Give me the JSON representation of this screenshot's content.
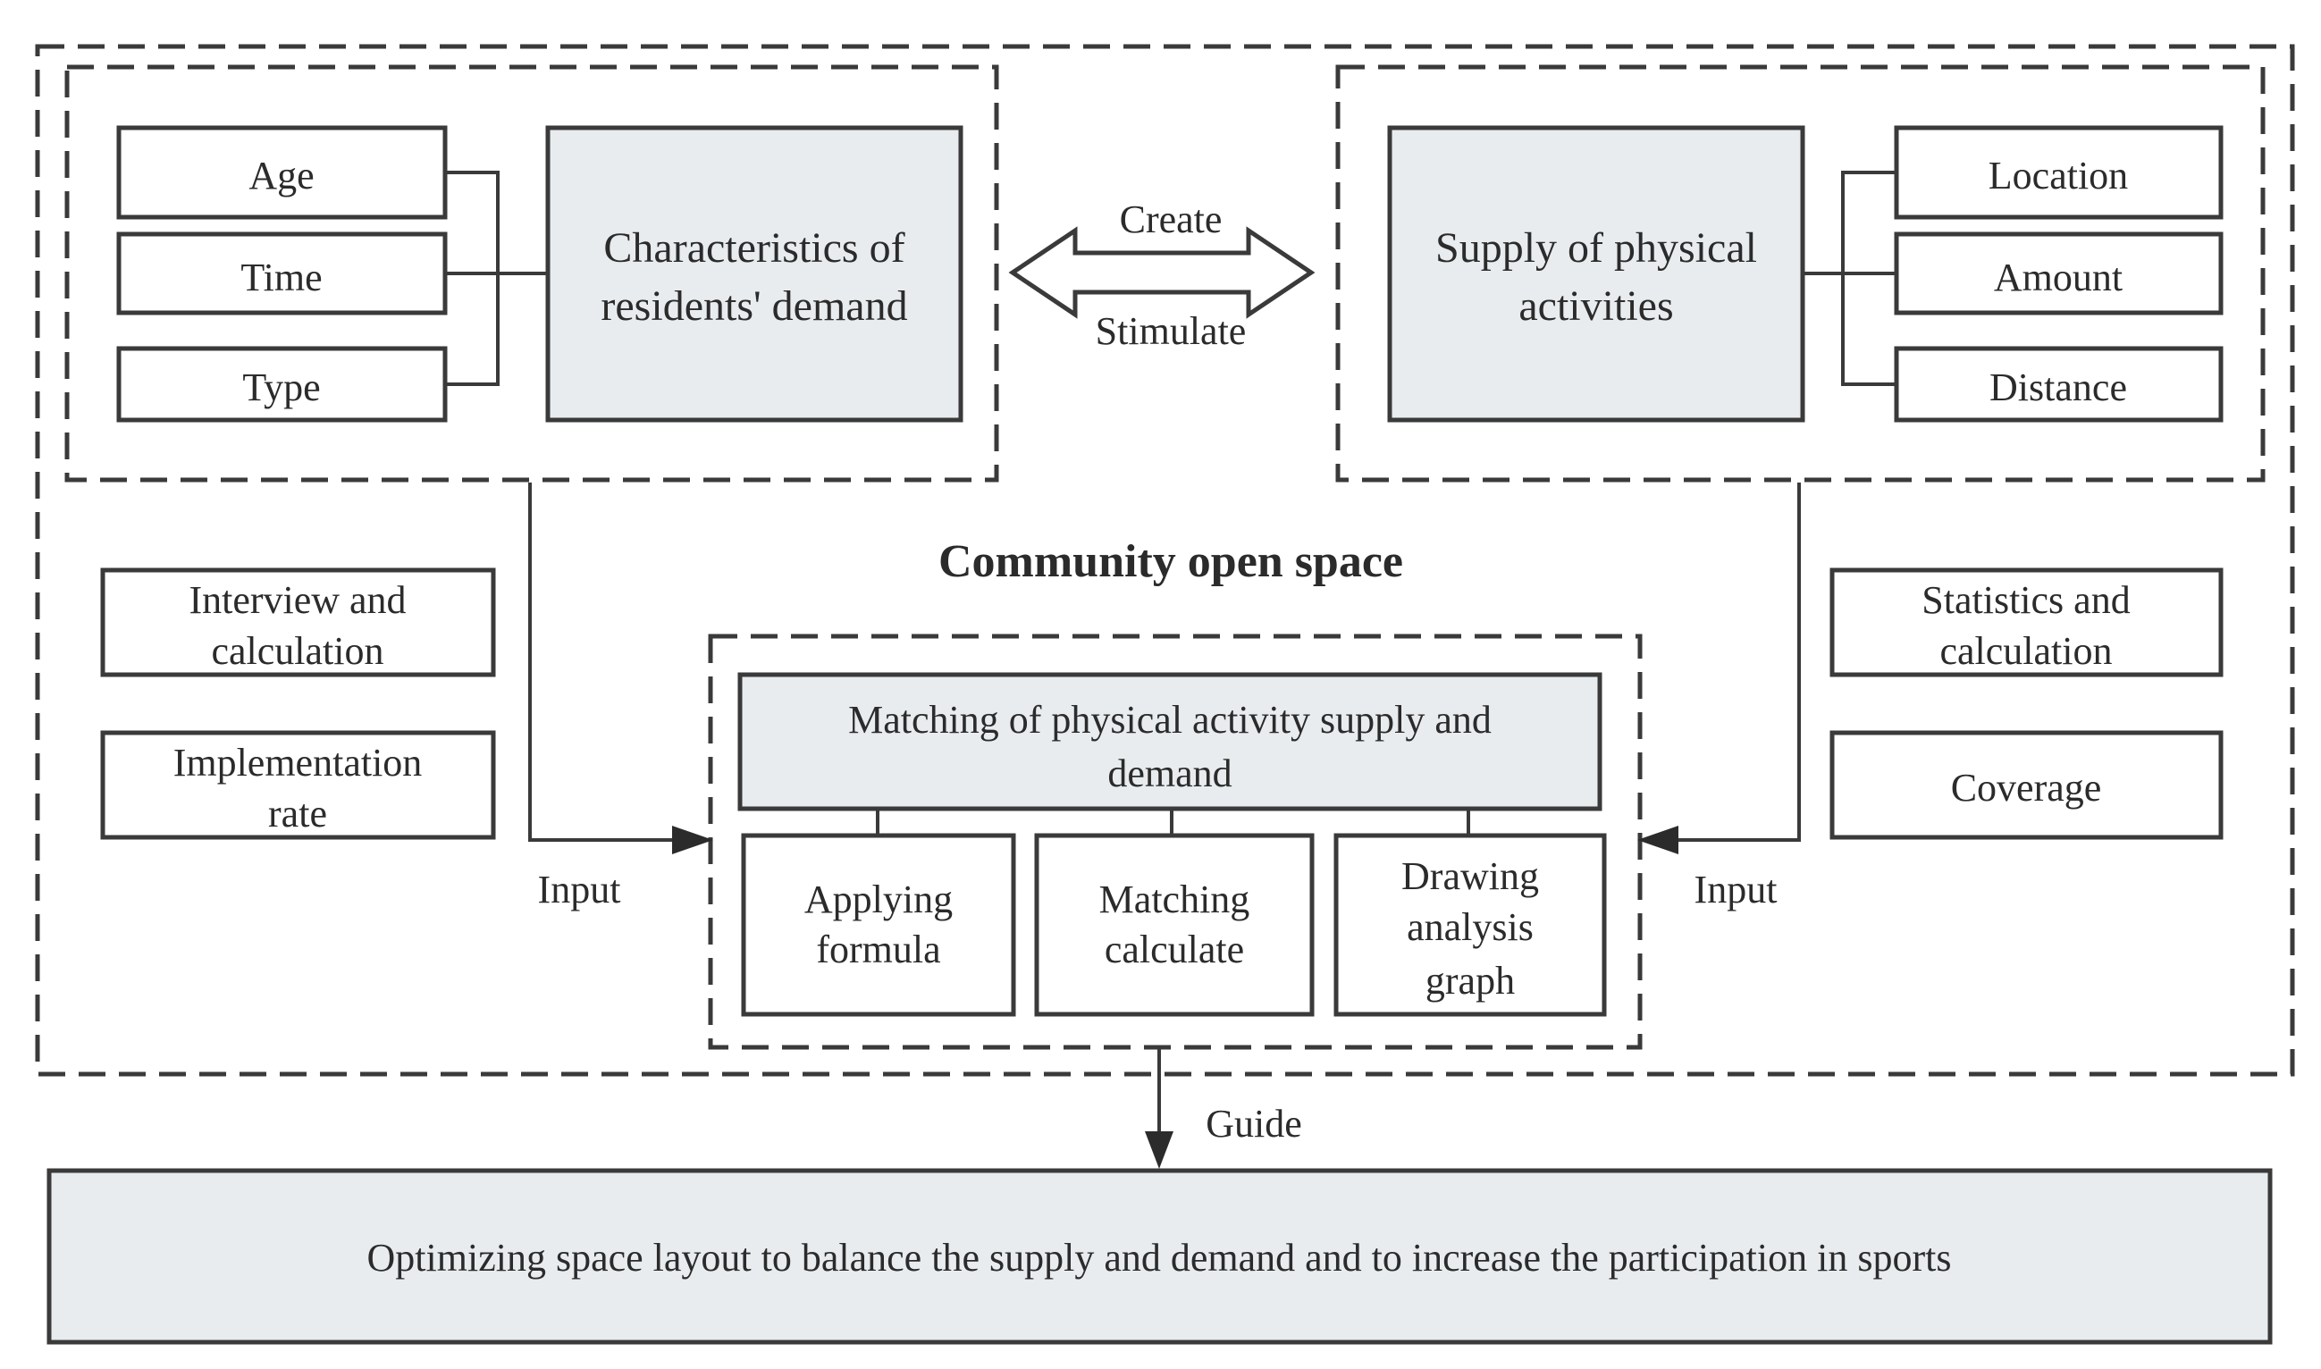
{
  "community_open_space": "Community open space",
  "demand": {
    "main": [
      "Characteristics of",
      "residents' demand"
    ],
    "items": [
      "Age",
      "Time",
      "Type"
    ],
    "methods": [
      [
        "Interview and",
        "calculation"
      ],
      [
        "Implementation",
        "rate"
      ]
    ]
  },
  "supply": {
    "main": [
      "Supply of physical",
      "activities"
    ],
    "items": [
      "Location",
      "Amount",
      "Distance"
    ],
    "methods": [
      [
        "Statistics and",
        "calculation"
      ],
      [
        "Coverage"
      ]
    ]
  },
  "relation": {
    "top": "Create",
    "bottom": "Stimulate"
  },
  "matching": {
    "title": [
      "Matching of physical activity supply and",
      "demand"
    ],
    "steps": [
      [
        "Applying",
        "formula"
      ],
      [
        "Matching",
        "calculate"
      ],
      [
        "Drawing",
        "analysis",
        "graph"
      ]
    ]
  },
  "input_left": "Input",
  "input_right": "Input",
  "guide": "Guide",
  "outcome": "Optimizing space layout to balance the supply and demand and to increase the participation in sports"
}
